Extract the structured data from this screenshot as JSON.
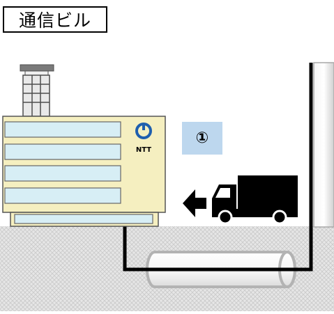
{
  "title": "通信ビル",
  "building": {
    "logo_text": "NTT",
    "logo_icon": "ntt-logo-icon"
  },
  "step_marker": "①",
  "colors": {
    "ground_fill": "#e2e2e2",
    "building_body": "#f5efc0",
    "building_windows": "#d7eef5",
    "step_badge": "#bdd7ee",
    "cable": "#000000",
    "pole": "#e0e0e0",
    "logo_blue": "#1f5fae"
  },
  "icons": [
    "ntt-logo-icon",
    "left-arrow-icon",
    "truck-icon"
  ]
}
